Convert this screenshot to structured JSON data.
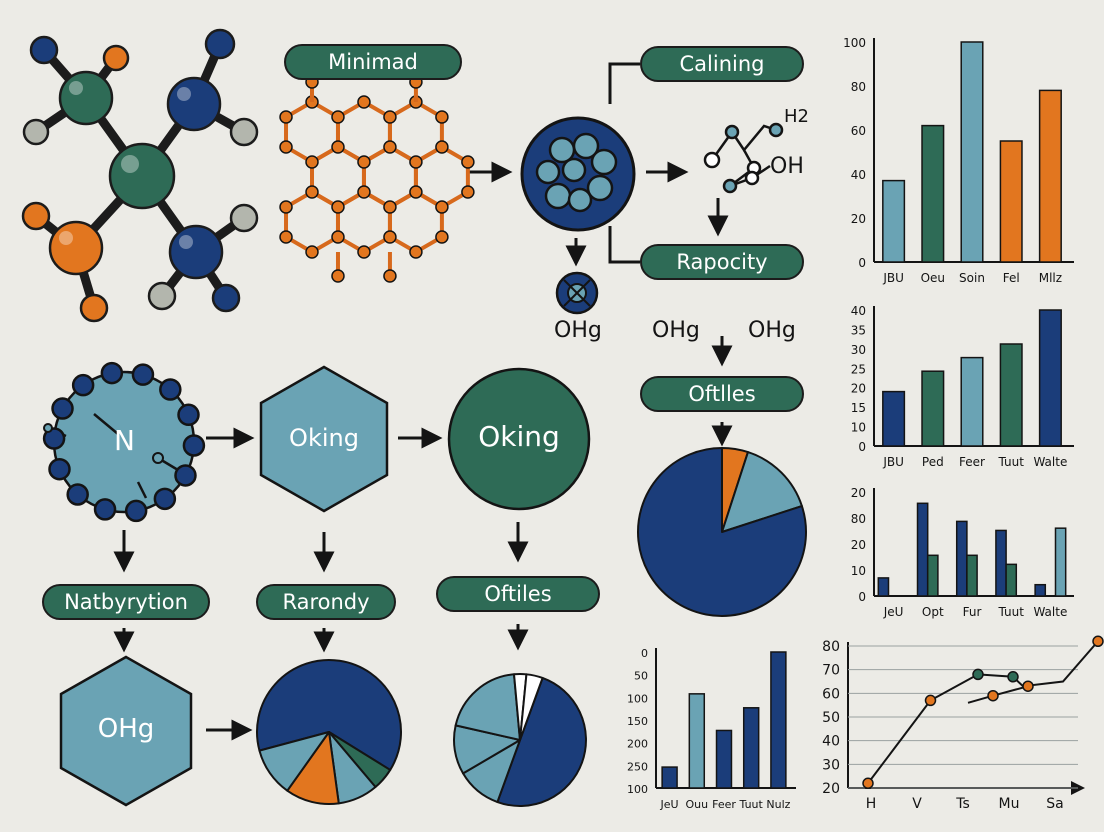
{
  "colors": {
    "green": "#2e6b56",
    "blue": "#1b3d7a",
    "teal": "#6aa3b4",
    "orange": "#e2761f",
    "grey": "#b3b6ad",
    "ink": "#141414",
    "bg": "#ecebe6"
  },
  "labels": {
    "minimad": "Minimad",
    "calining": "Calining",
    "rapocity": "Rapocity",
    "oftlles": "Oftlles",
    "natbyrytion": "Natbyrytion",
    "rarondy": "Rarondy",
    "oftiles": "Oftiles"
  },
  "shapes": {
    "hex_top": "Oking",
    "circle": "Oking",
    "hex_bottom": "OHg",
    "cluster": "N"
  },
  "formulas": {
    "h2": "H2",
    "oh": "OH",
    "ohg_left": "OHg",
    "ohg_mid": "OHg",
    "ohg_right": "OHg"
  },
  "chart_data": [
    {
      "type": "bar",
      "categories": [
        "JBU",
        "Oeu",
        "Soin",
        "Fel",
        "Mllz"
      ],
      "values": [
        37,
        62,
        100,
        55,
        78
      ],
      "colors": [
        "teal",
        "green",
        "teal",
        "orange",
        "orange"
      ],
      "yticks": [
        0,
        20,
        40,
        60,
        80,
        100
      ],
      "ylim": [
        0,
        100
      ]
    },
    {
      "type": "bar",
      "categories": [
        "JBU",
        "Ped",
        "Feer",
        "Tuut",
        "Walte"
      ],
      "values": [
        16,
        22,
        26,
        30,
        40
      ],
      "colors": [
        "blue",
        "green",
        "teal",
        "green",
        "blue"
      ],
      "yticks": [
        0,
        10,
        15,
        20,
        25,
        30,
        35,
        40
      ],
      "ylim": [
        0,
        40
      ]
    },
    {
      "type": "bar",
      "categories": [
        "JeU",
        "Opt",
        "Fur",
        "Tuut",
        "Walte"
      ],
      "yticks": [
        "0",
        "10",
        "20",
        "80",
        "20"
      ],
      "series": [
        {
          "color": "blue",
          "values": [
            4,
            20.5,
            16.5,
            14.5,
            2.5
          ]
        },
        {
          "color": "green",
          "values": [
            0,
            9,
            9,
            7,
            0
          ]
        },
        {
          "color": "teal",
          "values": [
            0,
            0,
            0,
            0,
            15
          ]
        }
      ],
      "ylim": [
        0,
        23
      ]
    },
    {
      "type": "bar",
      "categories": [
        "JeU",
        "Ouu",
        "Feer",
        "Tuut",
        "Nulz"
      ],
      "values": [
        60,
        270,
        165,
        230,
        390
      ],
      "colors": [
        "blue",
        "teal",
        "blue",
        "blue",
        "blue"
      ],
      "yticks": [
        "100",
        "250",
        "200",
        "150",
        "100",
        "50",
        "0"
      ],
      "ylim": [
        0,
        390
      ]
    },
    {
      "type": "line",
      "categories": [
        "H",
        "V",
        "Ts",
        "Mu",
        "Sa"
      ],
      "yticks": [
        20,
        30,
        40,
        50,
        60,
        70,
        80
      ],
      "ylim": [
        20,
        80
      ],
      "series": [
        {
          "color": "ink",
          "points": [
            [
              0,
              22
            ],
            [
              1.25,
              57
            ],
            [
              2.2,
              68
            ],
            [
              2.9,
              67
            ],
            [
              3.1,
              63
            ],
            [
              3.9,
              65
            ],
            [
              4.6,
              82
            ]
          ]
        },
        {
          "color": "ink",
          "points": [
            [
              2.0,
              56
            ],
            [
              2.5,
              59
            ],
            [
              3.2,
              63
            ]
          ]
        }
      ],
      "markers": [
        {
          "x": 0,
          "y": 22,
          "color": "orange"
        },
        {
          "x": 1.25,
          "y": 57,
          "color": "orange"
        },
        {
          "x": 2.2,
          "y": 68,
          "color": "green"
        },
        {
          "x": 2.9,
          "y": 67,
          "color": "green"
        },
        {
          "x": 4.6,
          "y": 82,
          "color": "orange"
        },
        {
          "x": 2.5,
          "y": 59,
          "color": "orange"
        },
        {
          "x": 3.2,
          "y": 63,
          "color": "orange"
        }
      ]
    },
    {
      "type": "pie",
      "slices": [
        {
          "value": 63,
          "color": "blue"
        },
        {
          "value": 5,
          "color": "green"
        },
        {
          "value": 9,
          "color": "teal"
        },
        {
          "value": 12,
          "color": "orange"
        },
        {
          "value": 11,
          "color": "teal"
        }
      ]
    },
    {
      "type": "pie",
      "slices": [
        {
          "value": 50,
          "color": "blue"
        },
        {
          "value": 11,
          "color": "teal"
        },
        {
          "value": 12,
          "color": "teal"
        },
        {
          "value": 20,
          "color": "teal"
        },
        {
          "value": 3,
          "color": "white"
        },
        {
          "value": 4,
          "color": "white"
        }
      ]
    },
    {
      "type": "pie",
      "slices": [
        {
          "value": 5,
          "color": "orange"
        },
        {
          "value": 15,
          "color": "teal"
        },
        {
          "value": 80,
          "color": "blue"
        }
      ]
    }
  ]
}
